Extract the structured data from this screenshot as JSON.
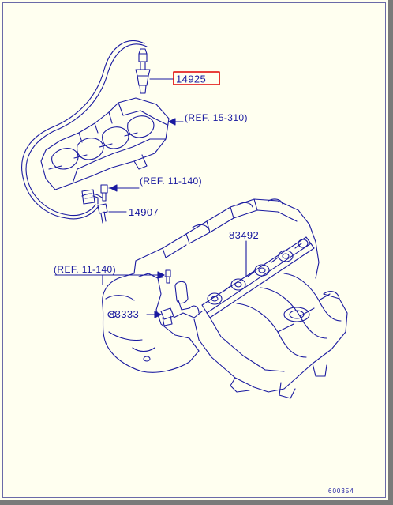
{
  "parts": {
    "oxygen_sensor": {
      "number": "14925",
      "highlight_color": "#e00000"
    },
    "ref_exhaust_manifold": {
      "text": "(REF. 15-310)"
    },
    "ref_upper_bolt": {
      "text": "(REF. 11-140)"
    },
    "sensor_clip": {
      "number": "14907"
    },
    "ignition_coil": {
      "number": "83492"
    },
    "ref_lower_bolt": {
      "text": "(REF. 11-140)"
    },
    "harness_bracket": {
      "number": "83333"
    }
  },
  "diagram_code": "600354",
  "colors": {
    "ink": "#1a1aa0",
    "paper": "#fffff0",
    "highlight": "#e00000"
  }
}
